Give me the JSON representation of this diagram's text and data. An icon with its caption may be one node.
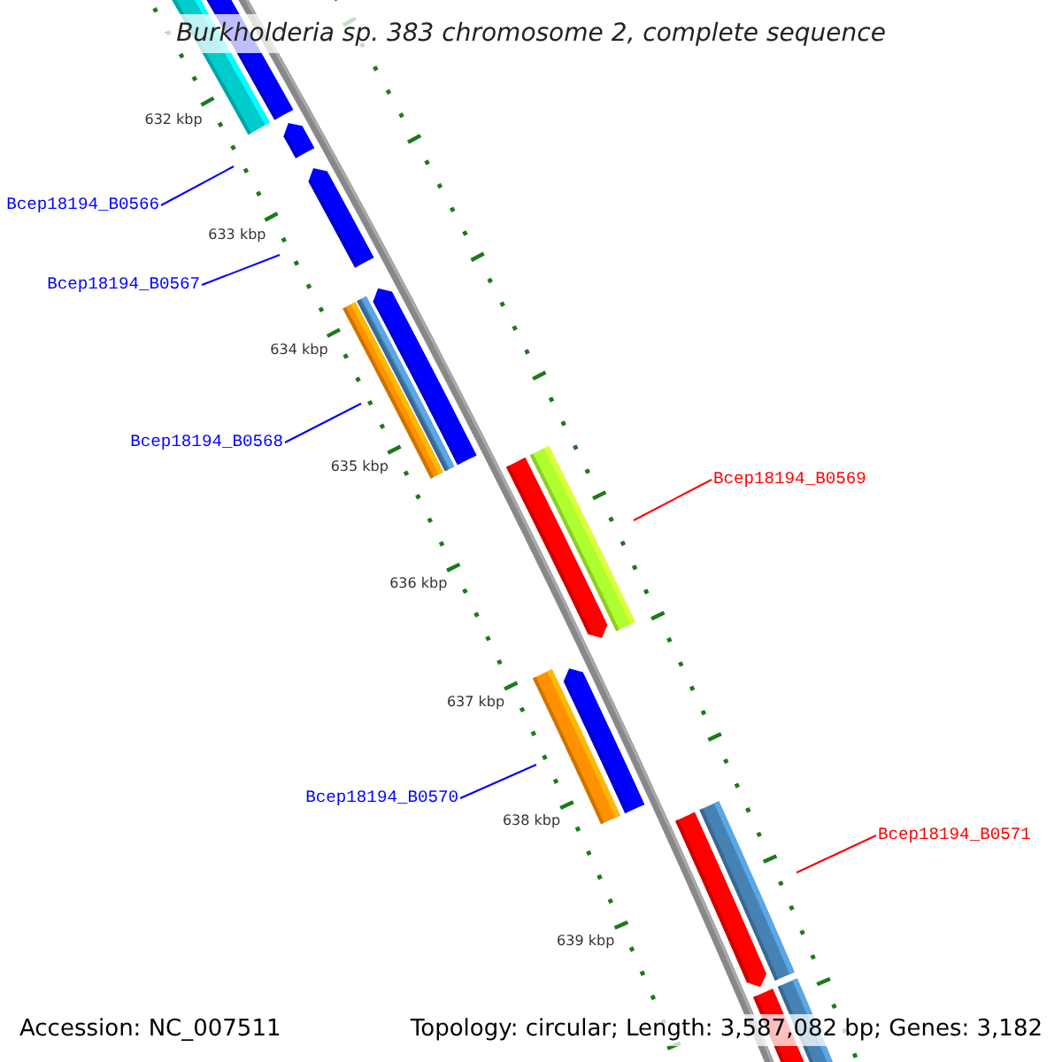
{
  "diagram": {
    "title": "Burkholderia sp. 383 chromosome 2, complete sequence",
    "nodes": [
      {
        "text": [
          "Bcep18194_B0566"
        ]
      },
      {
        "text": [
          "Bcep18194_B0567"
        ]
      },
      {
        "text": [
          "Bcep18194_B0568"
        ]
      },
      {
        "text": [
          "Bcep18194_B0569"
        ]
      },
      {
        "text": [
          "Bcep18194_B0570"
        ]
      },
      {
        "text": [
          "Bcep18194_B0571"
        ]
      }
    ],
    "edges": [
      {
        "from": 0,
        "to": null,
        "arrow": "none"
      },
      {
        "from": 1,
        "to": null,
        "arrow": "none"
      },
      {
        "from": 2,
        "to": null,
        "arrow": "none"
      },
      {
        "from": 3,
        "to": null,
        "arrow": "none",
        "color": "#ff0000"
      },
      {
        "from": 4,
        "to": null,
        "arrow": "none"
      },
      {
        "from": 5,
        "to": null,
        "arrow": "none",
        "color": "#ff0000"
      }
    ],
    "labels": [
      "632 kbp",
      "633 kbp",
      "634 kbp",
      "635 kbp",
      "636 kbp",
      "637 kbp",
      "638 kbp",
      "639 kbp",
      "Accession: NC_007511",
      "Topology: circular; Length: 3,587,082 bp; Genes: 3,182"
    ]
  }
}
